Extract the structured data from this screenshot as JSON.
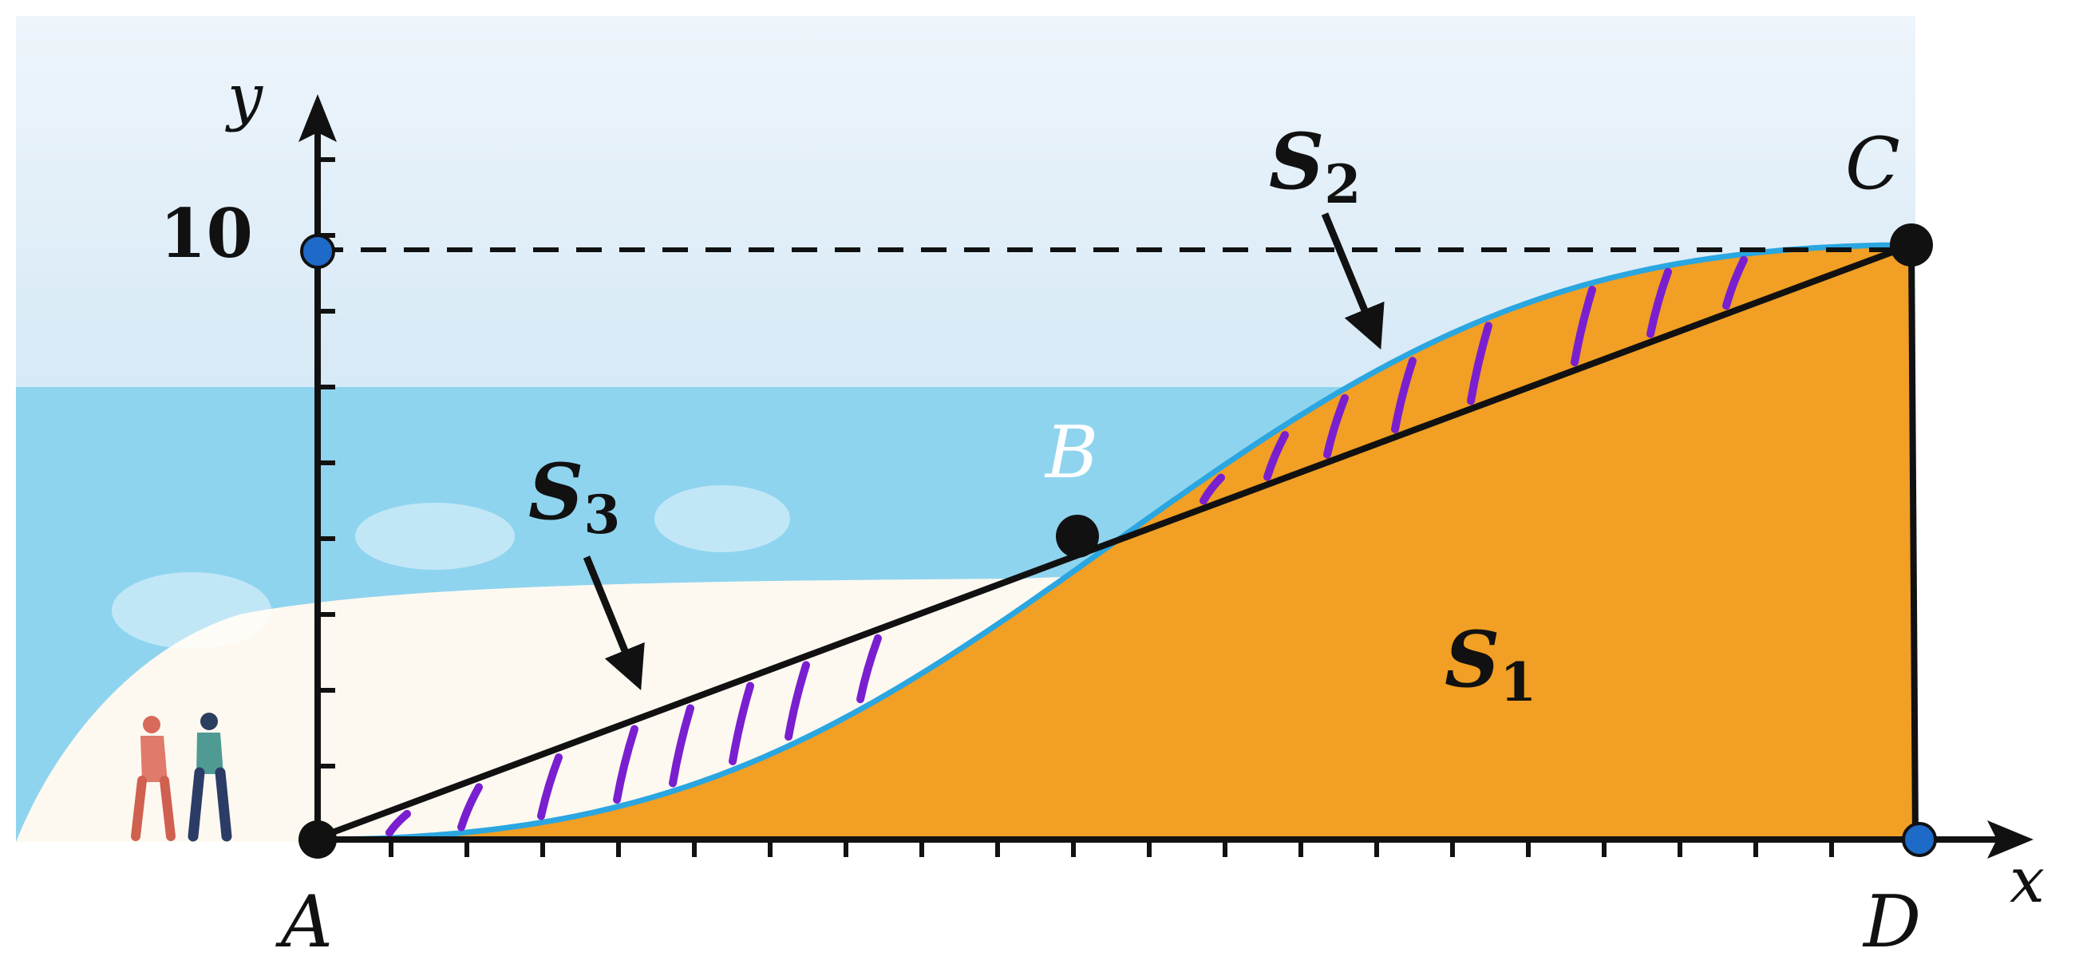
{
  "axes": {
    "x_label": "x",
    "y_label": "y",
    "y_tick_value": "10"
  },
  "points": {
    "A": "A",
    "B": "B",
    "C": "C",
    "D": "D"
  },
  "regions": {
    "S1": {
      "letter": "S",
      "sub": "1"
    },
    "S2": {
      "letter": "S",
      "sub": "2"
    },
    "S3": {
      "letter": "S",
      "sub": "3"
    }
  },
  "colors": {
    "sky": "#e3eff9",
    "sea": "#8fd4ef",
    "sand": "#fdf9f0",
    "hill": "#f19f25",
    "curve_edge": "#2aa6e0",
    "hatch": "#7a1fd0",
    "point_blue": "#1e6ac8",
    "ink": "#111111"
  }
}
